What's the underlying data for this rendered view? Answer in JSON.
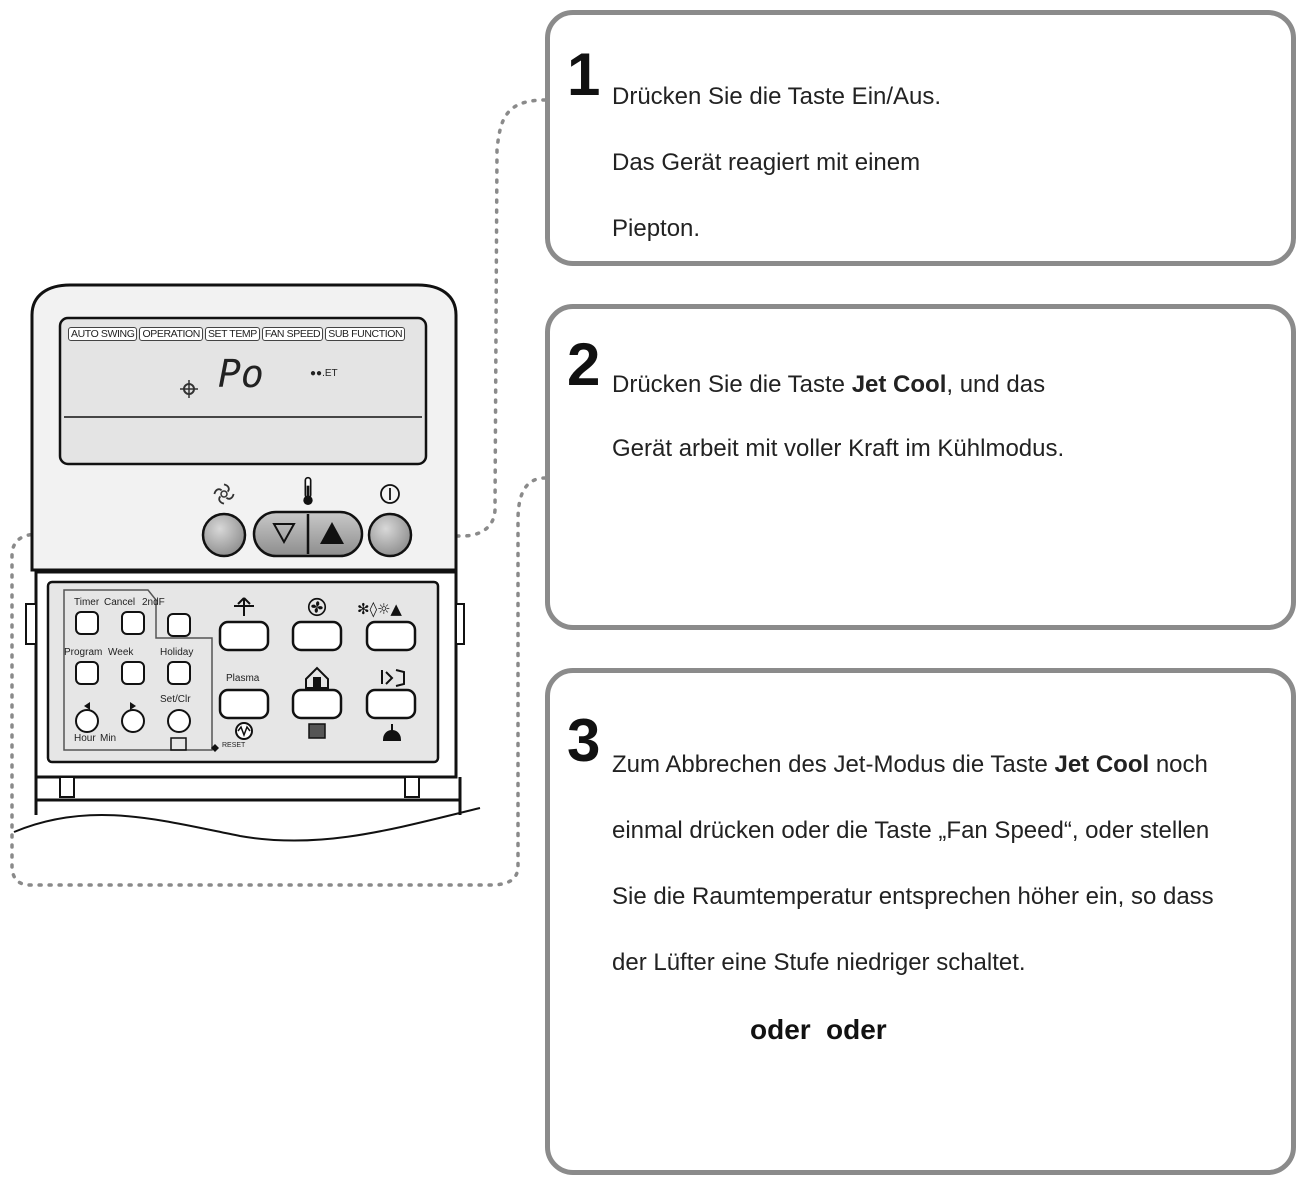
{
  "colors": {
    "panel_border": "#8b8b8b",
    "button_gray": "#9e9e9e",
    "dots": "#8a8a8a",
    "remote_body": "#f2f2f2",
    "lcd": "#e4e4e4"
  },
  "remote": {
    "lcd_labels": [
      "AUTO SWING",
      "OPERATION",
      "SET TEMP",
      "FAN SPEED",
      "SUB FUNCTION"
    ],
    "lcd_value": "Po",
    "lcd_fan_text": "●●.ET",
    "keys": {
      "timer": "Timer",
      "cancel": "Cancel",
      "2ndf": "2ndF",
      "program": "Program",
      "week": "Week",
      "holiday": "Holiday",
      "set_clr": "Set/Clr",
      "hour": "Hour",
      "min": "Min",
      "plasma": "Plasma",
      "reset": "RESET"
    }
  },
  "steps": [
    {
      "number": "1",
      "lines": [
        "Drücken Sie die Taste Ein/Aus.",
        "Das Gerät reagiert mit einem",
        "Piepton."
      ]
    },
    {
      "number": "2",
      "pre": "Drücken Sie die Taste ",
      "bold": "Jet Cool",
      "post": ", und das",
      "line2": "Gerät arbeit mit voller Kraft im Kühlmodus."
    },
    {
      "number": "3",
      "pre": "Zum Abbrechen des Jet-Modus die Taste ",
      "bold": "Jet Cool",
      "post": " noch",
      "line2": "einmal drücken oder die Taste „Fan Speed“, oder stellen",
      "line3": "Sie die Raumtemperatur entsprechen höher ein, so dass",
      "line4": "der Lüfter eine Stufe niedriger schaltet.",
      "or_label_1": "oder",
      "or_label_2": "oder"
    }
  ],
  "icons": {
    "power": "power-icon",
    "jet_cool": "jet-cool-icon",
    "fan_speed": "fan-icon",
    "temperature": "thermometer-icon",
    "hand": "pointing-hand-icon"
  }
}
